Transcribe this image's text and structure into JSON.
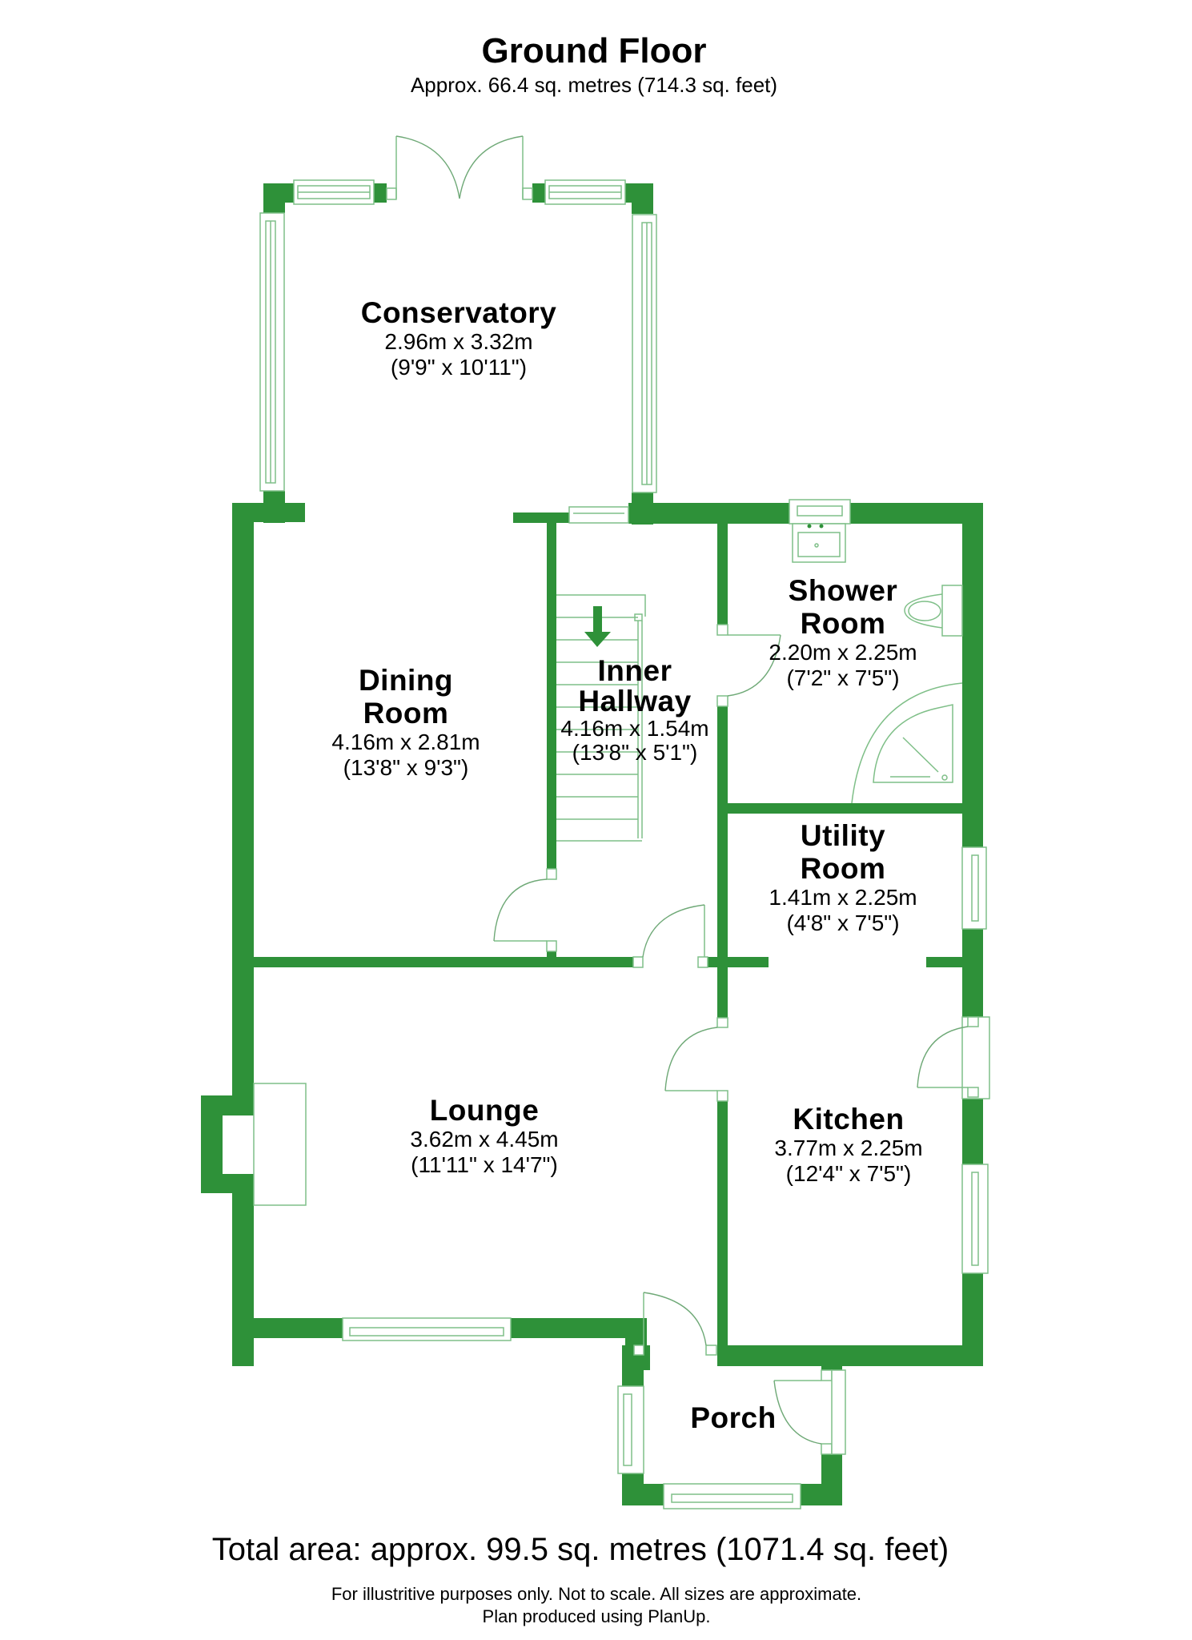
{
  "header": {
    "title": "Ground Floor",
    "subtitle": "Approx. 66.4 sq. metres (714.3 sq. feet)"
  },
  "colors": {
    "wall": "#2e9139",
    "fixture_line": "#7fbf88",
    "text": "#000000",
    "background": "#ffffff"
  },
  "rooms": [
    {
      "name_lines": [
        "Conservatory"
      ],
      "metric": "2.96m x 3.32m",
      "imperial": "(9'9\" x 10'11\")"
    },
    {
      "name_lines": [
        "Dining",
        "Room"
      ],
      "metric": "4.16m x 2.81m",
      "imperial": "(13'8\" x 9'3\")"
    },
    {
      "name_lines": [
        "Inner",
        "Hallway"
      ],
      "metric": "4.16m x 1.54m",
      "imperial": "(13'8\" x 5'1\")"
    },
    {
      "name_lines": [
        "Shower",
        "Room"
      ],
      "metric": "2.20m x 2.25m",
      "imperial": "(7'2\" x 7'5\")"
    },
    {
      "name_lines": [
        "Utility",
        "Room"
      ],
      "metric": "1.41m x 2.25m",
      "imperial": "(4'8\" x 7'5\")"
    },
    {
      "name_lines": [
        "Lounge"
      ],
      "metric": "3.62m x 4.45m",
      "imperial": "(11'11\" x 14'7\")"
    },
    {
      "name_lines": [
        "Kitchen"
      ],
      "metric": "3.77m x 2.25m",
      "imperial": "(12'4\" x 7'5\")"
    },
    {
      "name_lines": [
        "Porch"
      ]
    }
  ],
  "icons": {
    "stairs_direction": "arrow-down-icon"
  },
  "footer": {
    "total_area": "Total area: approx. 99.5 sq. metres (1071.4 sq. feet)",
    "disclaimer": "For illustritive purposes only.  Not to scale.  All sizes are approximate.",
    "credit": "Plan produced using PlanUp."
  }
}
